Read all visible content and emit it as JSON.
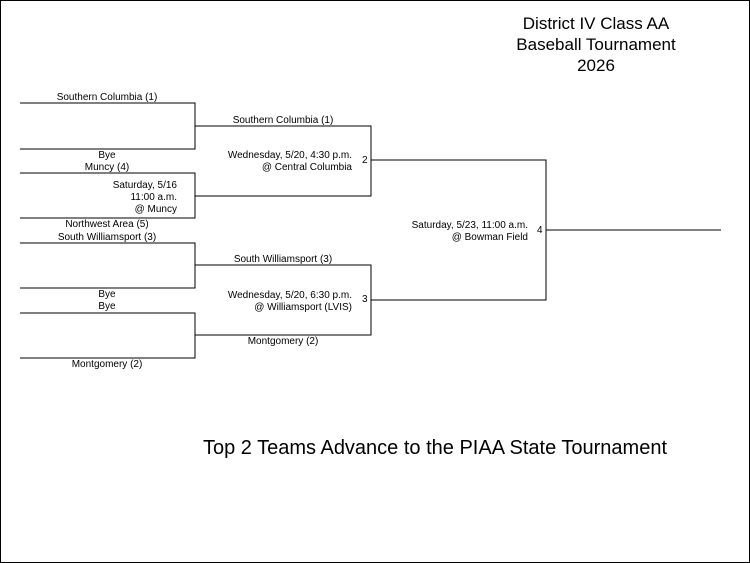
{
  "title": {
    "line1": "District IV Class AA",
    "line2": "Baseball Tournament",
    "line3": "2026"
  },
  "bracket": {
    "round1": {
      "slot1": "Southern Columbia (1)",
      "slot2": "Bye",
      "slot3": "Muncy (4)",
      "slot4": "Northwest Area (5)",
      "slot5": "South Williamsport (3)",
      "slot6": "Bye",
      "slot7": "Bye",
      "slot8": "Montgomery (2)",
      "game1": {
        "line1": "Saturday, 5/16",
        "line2": "11:00 a.m.",
        "line3": "@ Muncy"
      }
    },
    "semifinals": {
      "game2": {
        "number": "2",
        "top_team": "Southern Columbia (1)",
        "date": "Wednesday, 5/20, 4:30 p.m.",
        "location": "@ Central Columbia"
      },
      "game3": {
        "number": "3",
        "top_team": "South Williamsport (3)",
        "bottom_team": "Montgomery (2)",
        "date": "Wednesday, 5/20, 6:30 p.m.",
        "location": "@ Williamsport (LVIS)"
      }
    },
    "final": {
      "game4": {
        "number": "4",
        "date": "Saturday, 5/23, 11:00 a.m.",
        "location": "@ Bowman Field"
      }
    }
  },
  "footer": "Top 2 Teams Advance to the PIAA State Tournament"
}
